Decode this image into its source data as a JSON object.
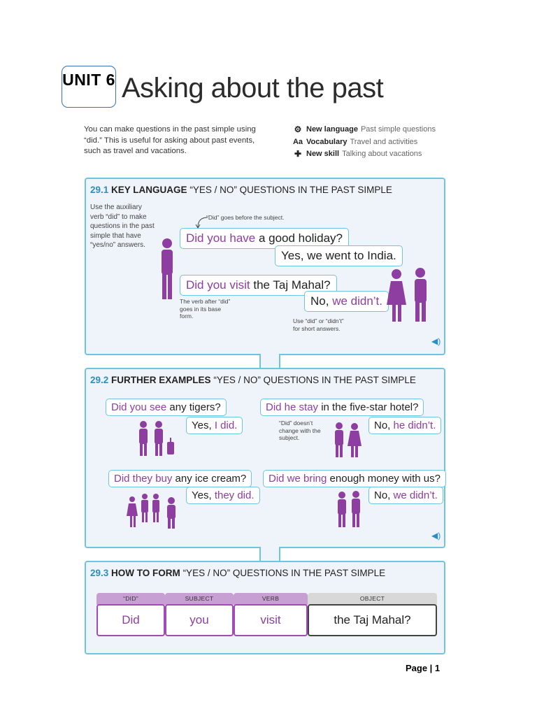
{
  "header": {
    "unit_label": "UNIT 6",
    "title": "Asking about the past"
  },
  "intro": {
    "text": "You can make questions in the past simple using “did.” This is useful for asking about past events, such as travel and vacations."
  },
  "meta": [
    {
      "icon": "gear-icon",
      "key": "New language",
      "value": "Past simple questions"
    },
    {
      "icon": "vocabulary-icon",
      "key": "Vocabulary",
      "value": "Travel and activities"
    },
    {
      "icon": "puzzle-icon",
      "key": "New skill",
      "value": "Talking about vacations"
    }
  ],
  "section1": {
    "num": "29.1",
    "title_bold": "KEY LANGUAGE",
    "title_rest": "“YES / NO” QUESTIONS IN THE PAST SIMPLE",
    "side_note": "Use the auxiliary verb “did” to make questions in the past simple that have “yes/no” answers.",
    "note_did": "“Did” goes before the subject.",
    "note_base": "The verb after “did” goes in its base form.",
    "note_short": "Use “did” or “didn’t” for short answers.",
    "q1_hl": "Did you have",
    "q1_rest": " a good holiday?",
    "a1": "Yes, we went to India.",
    "q2_hl": "Did you visit",
    "q2_rest": " the Taj Mahal?",
    "a2_a": "No, ",
    "a2_hl": "we didn’t."
  },
  "section2": {
    "num": "29.2",
    "title_bold": "FURTHER EXAMPLES",
    "title_rest": "“YES / NO” QUESTIONS IN THE PAST SIMPLE",
    "q1_hl": "Did you see",
    "q1_rest": " any tigers?",
    "a1_a": "Yes, ",
    "a1_hl": "I did.",
    "q2_hl": "Did he stay",
    "q2_rest": " in the five-star hotel?",
    "a2_a": "No, ",
    "a2_hl": "he didn’t.",
    "note_subject": "“Did” doesn’t change with the subject.",
    "q3_hl": "Did they buy",
    "q3_rest": " any ice cream?",
    "a3_a": "Yes, ",
    "a3_hl": "they did.",
    "q4_hl": "Did we bring",
    "q4_rest": " enough money with us?",
    "a4_a": "No, ",
    "a4_hl": "we didn’t."
  },
  "section3": {
    "num": "29.3",
    "title_bold": "HOW TO FORM",
    "title_rest": "“YES / NO” QUESTIONS IN THE PAST SIMPLE",
    "heads": [
      "“DID”",
      "SUBJECT",
      "VERB",
      "OBJECT"
    ],
    "words": [
      "Did",
      "you",
      "visit",
      "the Taj Mahal?"
    ]
  },
  "footer": {
    "page_label": "Page | 1"
  },
  "colors": {
    "accent_purple": "#8e3ea0",
    "accent_blue": "#6fc4e2",
    "panel_bg": "#eef4f9"
  }
}
